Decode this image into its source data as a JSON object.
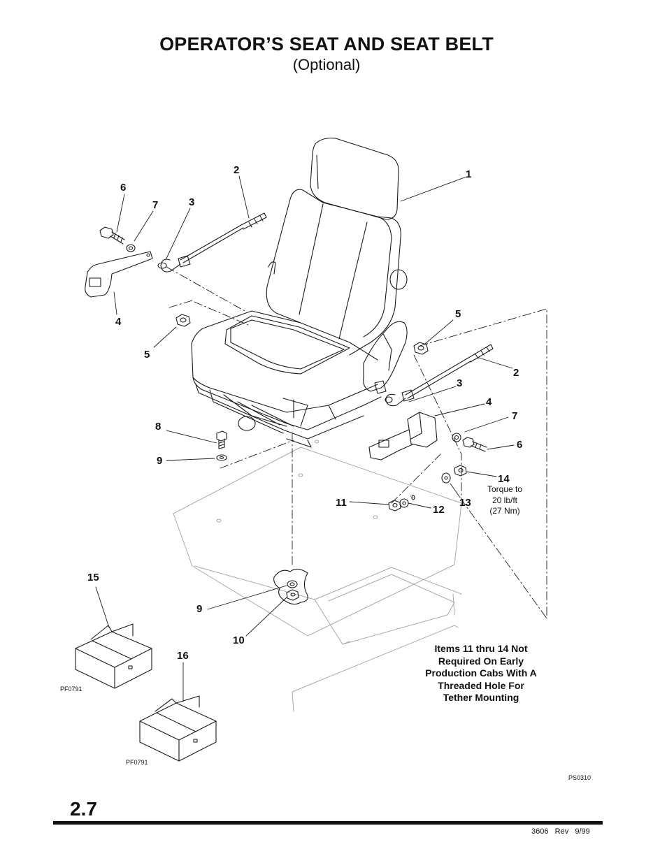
{
  "page": {
    "title": "OPERATOR’S SEAT AND SEAT BELT",
    "subtitle": "(Optional)",
    "section_number": "2.7",
    "footer": "3606   Rev   9/99",
    "drawing_code": "PS0310"
  },
  "callouts": {
    "c1": "1",
    "c2a": "2",
    "c2b": "2",
    "c3a": "3",
    "c3b": "3",
    "c4a": "4",
    "c4b": "4",
    "c5a": "5",
    "c5b": "5",
    "c6a": "6",
    "c6b": "6",
    "c7a": "7",
    "c7b": "7",
    "c8": "8",
    "c9a": "9",
    "c9b": "9",
    "c10": "10",
    "c11": "11",
    "c12": "12",
    "c13": "13",
    "c14": "14",
    "c15": "15",
    "c16": "16"
  },
  "torque_note": {
    "line1": "Torque to",
    "line2": "20 lb/ft",
    "line3": "(27 Nm)"
  },
  "kit_codes": {
    "kit15": "PF0791",
    "kit16": "PF0791"
  },
  "note_lines": [
    "Items 11 thru 14 Not",
    "Required On Early",
    "Production Cabs With A",
    "Threaded Hole For",
    "Tether Mounting"
  ]
}
